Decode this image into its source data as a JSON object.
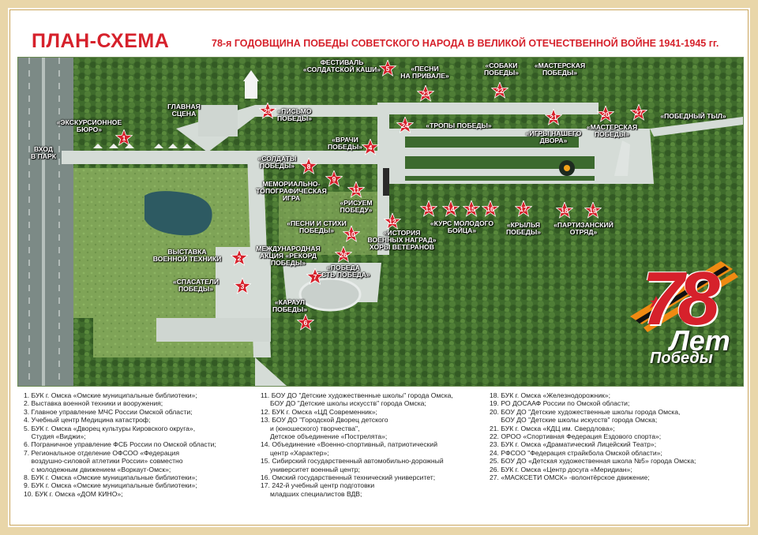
{
  "header": {
    "title": "ПЛАН-СХЕМА",
    "subtitle": "78-я ГОДОВЩИНА ПОБЕДЫ СОВЕТСКОГО НАРОДА В ВЕЛИКОЙ ОТЕЧЕСТВЕННОЙ ВОЙНЕ 1941-1945 гг."
  },
  "map_labels": {
    "entrance": "ВХОД\nВ ПАРК",
    "excursion": "«ЭКСКУРСИОННОЕ\nБЮРО»",
    "main_stage": "ГЛАВНАЯ\nСЦЕНА",
    "festival": "ФЕСТИВАЛЬ\n«СОЛДАТСКОЙ КАШИ»",
    "letter": "«ПИСЬМО\nПОБЕДЫ»",
    "songs_halt": "«ПЕСНИ\nНА ПРИВАЛЕ»",
    "dogs": "«СОБАКИ\nПОБЕДЫ»",
    "workshop_top": "«МАСТЕРСКАЯ\nПОБЕДЫ»",
    "victory_rear": "«ПОБЕДНЫЙ ТЫЛ»",
    "trails": "«ТРОПЫ ПОБЕДЫ»",
    "games": "«ИГРЫ НАШЕГО\nДВОРА»",
    "workshop": "«МАСТЕРСКАЯ\nПОБЕДЫ»",
    "doctors": "«ВРАЧИ\nПОБЕДЫ»",
    "soldiers": "«СОЛДАТЫ\nПОБЕДЫ»",
    "memorial": "МЕМОРИАЛЬНО-\nТОПОГРАФИЧЕСКАЯ\nИГРА",
    "drawing": "«РИСУЕМ\nПОБЕДУ»",
    "poems": "«ПЕСНИ И СТИХИ\nПОБЕДЫ»",
    "history": "«ИСТОРИЯ\nВОЕННЫХ НАГРАД»\nХОРЫ ВЕТЕРАНОВ",
    "young_fighter": "«КУРС МОЛОДОГО\nБОЙЦА»",
    "wings": "«КРЫЛЬЯ\nПОБЕДЫ»",
    "partisan": "«ПАРТИЗАНСКИЙ\nОТРЯД»",
    "exhibition": "ВЫСТАВКА\nВОЕННОЙ ТЕХНИКИ",
    "action": "МЕЖДУНАРОДНАЯ\nАКЦИЯ «РЕКОРД\nПОБЕДЫ»",
    "victory_is": "«ПОБЕДА\nЕСТЬ ПОБЕДА»",
    "rescuers": "«СПАСАТЕЛИ\nПОБЕДЫ»",
    "guard": "«КАРАУЛ\nПОБЕДЫ»"
  },
  "stars": [
    "1",
    "2",
    "3",
    "4",
    "5",
    "6",
    "7",
    "8",
    "9",
    "10",
    "11",
    "12",
    "13",
    "14",
    "15",
    "16",
    "17",
    "18",
    "19",
    "20",
    "21",
    "22",
    "23",
    "24",
    "25",
    "26",
    "27"
  ],
  "logo": {
    "number": "78",
    "word1": "Лет",
    "word2": "Победы"
  },
  "legend": {
    "col1": [
      "1. БУК г. Омска «Омские муниципальные библиотеки»;",
      "2. Выставка военной техники и вооружения;",
      "3. Главное управление МЧС России Омской области;",
      "4. Учебный центр Медицина катастроф;",
      "5. БУК г. Омска «Дворец культуры Кировского округа»,",
      "    Студия «Виджи»;",
      "6. Пограничное управление ФСБ России по Омской области;",
      "7. Региональное отделение ОФСОО «Федерация",
      "    воздушно-силовой атлетики России» совместно",
      "    с молодежным движением «Воркаут-Омск»;",
      "8. БУК г. Омска «Омские муниципальные библиотеки»;",
      "9. БУК г. Омска «Омские муниципальные библиотеки»;",
      "10. БУК г. Омска «ДОМ КИНО»;"
    ],
    "col2": [
      "11. БОУ ДО \"Детские художественные школы\" города Омска,",
      "     БОУ ДО \"Детские школы искусств\" города Омска;",
      "12. БУК г. Омска «ЦД Современник»;",
      "13. БОУ ДО \"Городской Дворец детского",
      "     и (юношеского) творчества\",",
      "     Детское объединение «Пострелята»;",
      "14. Объединение «Военно-спортивный, патриотический",
      "     центр «Характер»;",
      "15. Сибирский государственный автомобильно-дорожный",
      "     университет военный центр;",
      "16. Омский государственный технический университет;",
      "17. 242-й учебный центр подготовки",
      "     младших специалистов ВДВ;"
    ],
    "col3": [
      "18. БУК г. Омска «Железнодорожник»;",
      "19. РО ДОСААФ России по Омской области;",
      "20. БОУ ДО \"Детские художественные школы города Омска,",
      "      БОУ ДО \"Детские школы искусств\" города Омска;",
      "21. БУК г. Омска «КДЦ им. Свердлова»;",
      "22. ОРОО «Спортивная Федерация Ездового спорта»;",
      "23. БУК г. Омска «Драматический Лицейский Театр»;",
      "24. РФСОО \"Федерация страйкбола Омской области»;",
      "25. БОУ ДО «Детская художественная школа №5» города Омска;",
      "26. БУК г. Омска «Центр досуга «Меридиан»;",
      "27. «МАСКСЕТИ ОМСК» -волонтёрское движение;"
    ]
  }
}
